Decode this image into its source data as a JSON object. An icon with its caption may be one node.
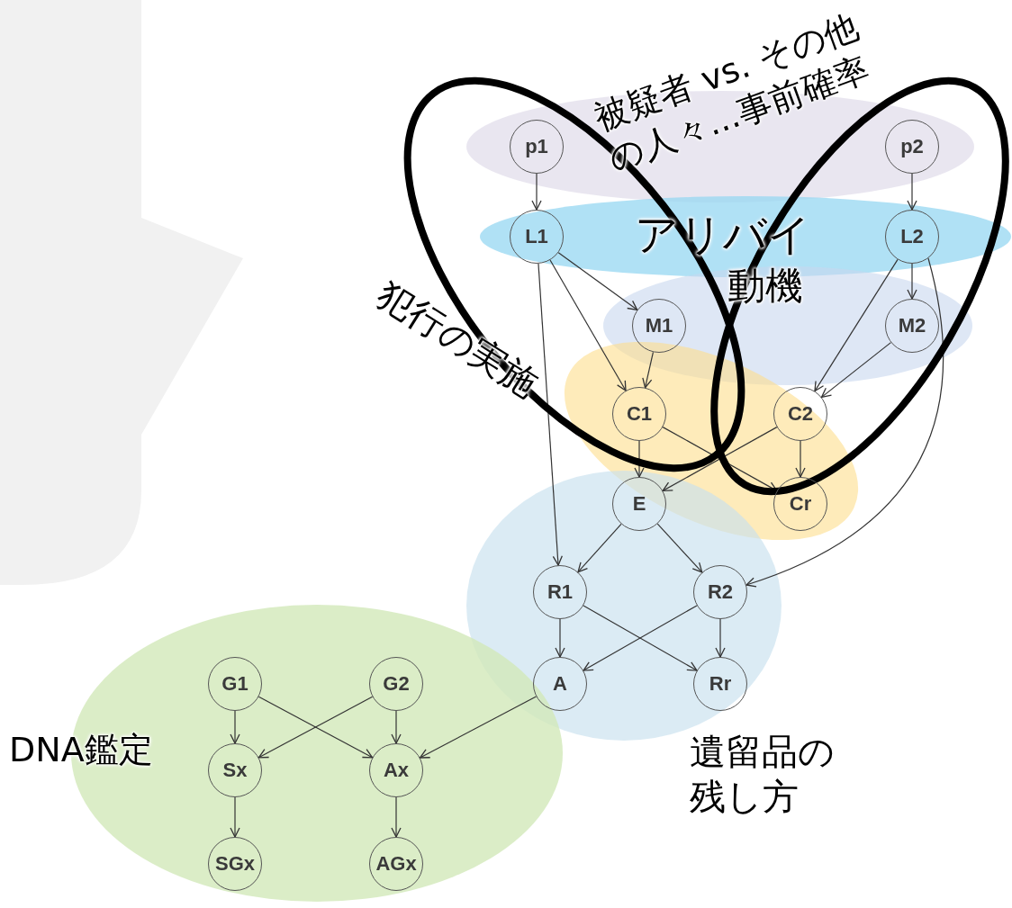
{
  "diagram": {
    "nodes": [
      {
        "text": [
          "被疑者 vs. その他の人々...事前確率"
        ]
      },
      {
        "text": [
          "アリバイ"
        ]
      },
      {
        "text": [
          "動機"
        ]
      },
      {
        "text": [
          "犯行の実施"
        ]
      },
      {
        "text": [
          "遺留品の残し方"
        ]
      },
      {
        "text": [
          "DNA鑑定"
        ]
      },
      {
        "text": [
          "p1"
        ],
        "in": 0
      },
      {
        "text": [
          "p2"
        ],
        "in": 0
      },
      {
        "text": [
          "L1"
        ],
        "in": 1
      },
      {
        "text": [
          "L2"
        ],
        "in": 1
      },
      {
        "text": [
          "M1"
        ],
        "in": 2
      },
      {
        "text": [
          "M2"
        ],
        "in": 2
      },
      {
        "text": [
          "C1"
        ],
        "in": 3
      },
      {
        "text": [
          "C2"
        ],
        "in": 3
      },
      {
        "text": [
          "E"
        ],
        "in": 4
      },
      {
        "text": [
          "Cr"
        ],
        "in": 3
      },
      {
        "text": [
          "R1"
        ],
        "in": 4
      },
      {
        "text": [
          "R2"
        ],
        "in": 4
      },
      {
        "text": [
          "A"
        ],
        "in": 4
      },
      {
        "text": [
          "Rr"
        ],
        "in": 4
      },
      {
        "text": [
          "G1"
        ],
        "in": 5
      },
      {
        "text": [
          "G2"
        ],
        "in": 5
      },
      {
        "text": [
          "Sx"
        ],
        "in": 5
      },
      {
        "text": [
          "Ax"
        ],
        "in": 5
      },
      {
        "text": [
          "SGx"
        ],
        "in": 5
      },
      {
        "text": [
          "AGx"
        ],
        "in": 5
      },
      {
        "text": [],
        "shape": "polygon"
      }
    ],
    "edges": [
      {
        "from": 6,
        "to": 8,
        "arrow": "to"
      },
      {
        "from": 7,
        "to": 9,
        "arrow": "to"
      },
      {
        "from": 8,
        "to": 10,
        "arrow": "to"
      },
      {
        "from": 8,
        "to": 12,
        "arrow": "to"
      },
      {
        "from": 8,
        "to": 16,
        "arrow": "to"
      },
      {
        "from": 9,
        "to": 11,
        "arrow": "to"
      },
      {
        "from": 9,
        "to": 13,
        "arrow": "to"
      },
      {
        "from": 9,
        "to": 17,
        "arrow": "to"
      },
      {
        "from": 10,
        "to": 12,
        "arrow": "to"
      },
      {
        "from": 11,
        "to": 13,
        "arrow": "to"
      },
      {
        "from": 12,
        "to": 14,
        "arrow": "to"
      },
      {
        "from": 12,
        "to": 15,
        "arrow": "to"
      },
      {
        "from": 13,
        "to": 14,
        "arrow": "to"
      },
      {
        "from": 13,
        "to": 15,
        "arrow": "to"
      },
      {
        "from": 14,
        "to": 16,
        "arrow": "to"
      },
      {
        "from": 14,
        "to": 17,
        "arrow": "to"
      },
      {
        "from": 16,
        "to": 18,
        "arrow": "to"
      },
      {
        "from": 16,
        "to": 19,
        "arrow": "to"
      },
      {
        "from": 17,
        "to": 18,
        "arrow": "to"
      },
      {
        "from": 17,
        "to": 19,
        "arrow": "to"
      },
      {
        "from": 18,
        "to": 23,
        "arrow": "to"
      },
      {
        "from": 20,
        "to": 22,
        "arrow": "to"
      },
      {
        "from": 20,
        "to": 23,
        "arrow": "to"
      },
      {
        "from": 21,
        "to": 22,
        "arrow": "to"
      },
      {
        "from": 21,
        "to": 23,
        "arrow": "to"
      },
      {
        "from": 22,
        "to": 24,
        "arrow": "to"
      },
      {
        "from": 23,
        "to": 25,
        "arrow": "to"
      }
    ]
  }
}
